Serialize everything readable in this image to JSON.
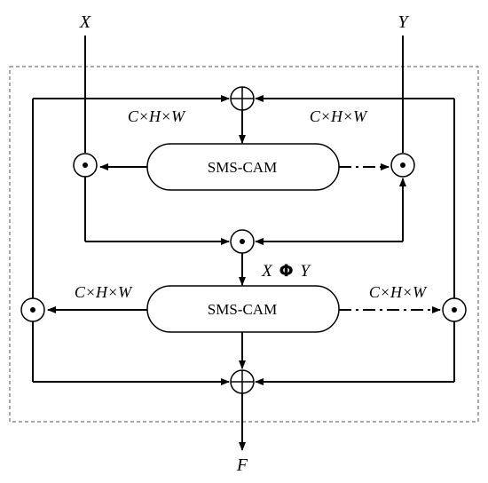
{
  "inputs": {
    "x": "X",
    "y": "Y"
  },
  "output": {
    "f": "F"
  },
  "modules": {
    "top": "SMS-CAM",
    "bottom": "SMS-CAM"
  },
  "dims": {
    "top_left": "C×H×W",
    "top_right": "C×H×W",
    "bottom_left": "C×H×W",
    "bottom_right": "C×H×W"
  },
  "fusion_label": {
    "left": "X",
    "symbol": "Φ",
    "right": "Y"
  },
  "operators": {
    "add": "⊕",
    "multiply": "⊙"
  },
  "colors": {
    "stroke": "#000000",
    "dashed_border": "#555555",
    "background": "#ffffff"
  }
}
